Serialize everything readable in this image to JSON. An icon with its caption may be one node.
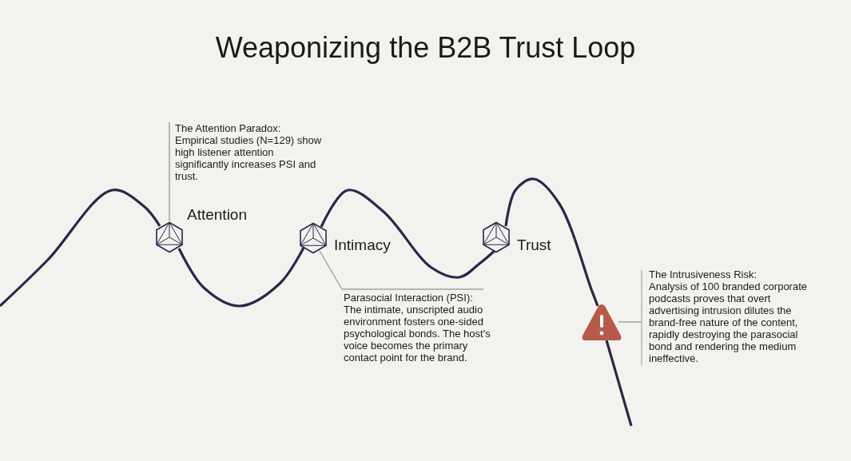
{
  "diagram": {
    "title": "Weaponizing the B2B Trust Loop",
    "nodes": [
      {
        "text": [
          "Attention"
        ]
      },
      {
        "text": [
          "Intimacy"
        ]
      },
      {
        "text": [
          "Trust"
        ]
      },
      {
        "text": [],
        "shape": "triangle"
      },
      {
        "text": [
          "The Attention Paradox:",
          "Empirical studies (N=129) show high listener attention significantly increases PSI and trust."
        ]
      },
      {
        "text": [
          "Parasocial Interaction (PSI):",
          "The intimate, unscripted audio environment fosters one-sided psychological bonds. The host's voice becomes the primary contact point for the brand."
        ]
      },
      {
        "text": [
          "The Intrusiveness Risk:",
          "Analysis of 100 branded corporate podcasts proves that overt advertising intrusion dilutes the brand-free nature of the content, rapidly destroying the parasocial bond and rendering the medium ineffective."
        ]
      }
    ],
    "edges": [
      {
        "from": null,
        "to": 0,
        "arrow": "none"
      },
      {
        "from": 0,
        "to": 1,
        "arrow": "none"
      },
      {
        "from": 1,
        "to": 2,
        "arrow": "none"
      },
      {
        "from": 2,
        "to": 3,
        "arrow": "none"
      },
      {
        "from": 3,
        "to": null,
        "arrow": "none"
      },
      {
        "from": 4,
        "to": 0,
        "arrow": "none",
        "color": "#7a7a7a"
      },
      {
        "from": 5,
        "to": 1,
        "arrow": "none",
        "color": "#7a7a7a"
      },
      {
        "from": 6,
        "to": 3,
        "arrow": "none",
        "color": "#7a7a7a"
      }
    ]
  }
}
